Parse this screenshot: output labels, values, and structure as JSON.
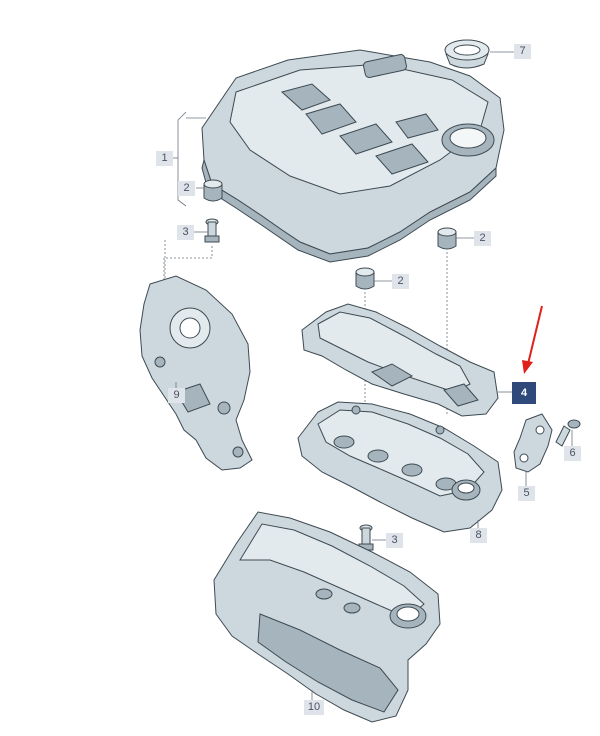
{
  "callouts": {
    "c1": "1",
    "c2a": "2",
    "c2b": "2",
    "c2c": "2",
    "c3a": "3",
    "c3b": "3",
    "c4": "4",
    "c5": "5",
    "c6": "6",
    "c7": "7",
    "c8": "8",
    "c9": "9",
    "c10": "10"
  },
  "colors": {
    "highlight_callout": "#2f4a7a",
    "callout_bg": "#dfe3ea",
    "arrow": "#e0201a"
  }
}
